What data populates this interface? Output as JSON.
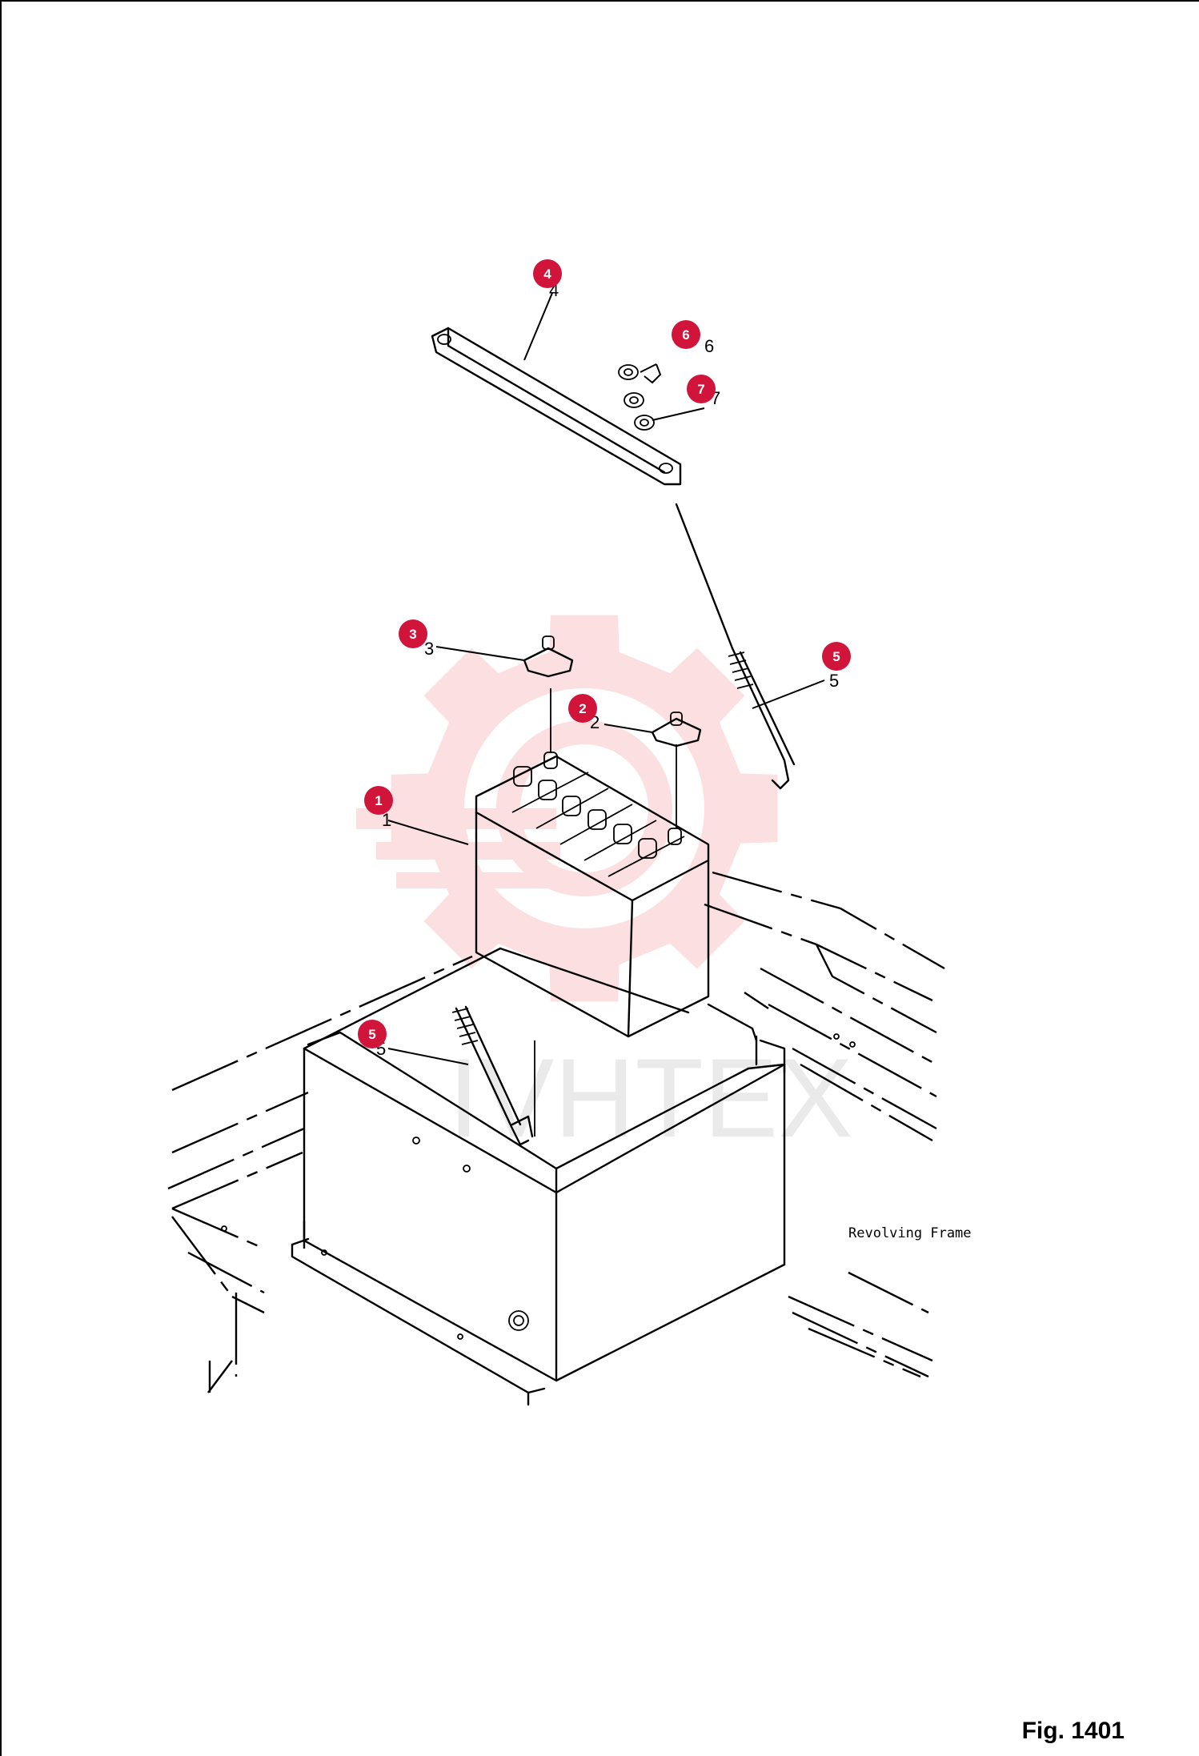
{
  "figure": {
    "label": "Fig. 1401",
    "frame_label": "Revolving Frame"
  },
  "watermark": {
    "text": "IVHTEX",
    "icon": "gear-icon",
    "color": "#f7b9bd"
  },
  "colors": {
    "callout_fill": "#d0143a",
    "callout_text": "#ffffff",
    "line": "#000000"
  },
  "callouts": [
    {
      "id": "callout-1",
      "label": "1",
      "ref": "1"
    },
    {
      "id": "callout-2",
      "label": "2",
      "ref": "2"
    },
    {
      "id": "callout-3",
      "label": "3",
      "ref": "3"
    },
    {
      "id": "callout-4",
      "label": "4",
      "ref": "4"
    },
    {
      "id": "callout-5a",
      "label": "5",
      "ref": "5"
    },
    {
      "id": "callout-5b",
      "label": "5",
      "ref": "5"
    },
    {
      "id": "callout-6",
      "label": "6",
      "ref": "6"
    },
    {
      "id": "callout-7",
      "label": "7",
      "ref": "7"
    }
  ]
}
